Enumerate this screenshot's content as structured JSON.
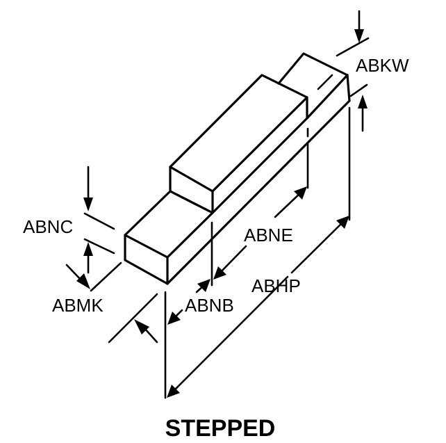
{
  "title": "STEPPED",
  "labels": {
    "abkw": "ABKW",
    "abnc": "ABNC",
    "abne": "ABNE",
    "abhp": "ABHP",
    "abmk": "ABMK",
    "abnb": "ABNB"
  },
  "colors": {
    "line": "#000000",
    "background": "#ffffff"
  }
}
